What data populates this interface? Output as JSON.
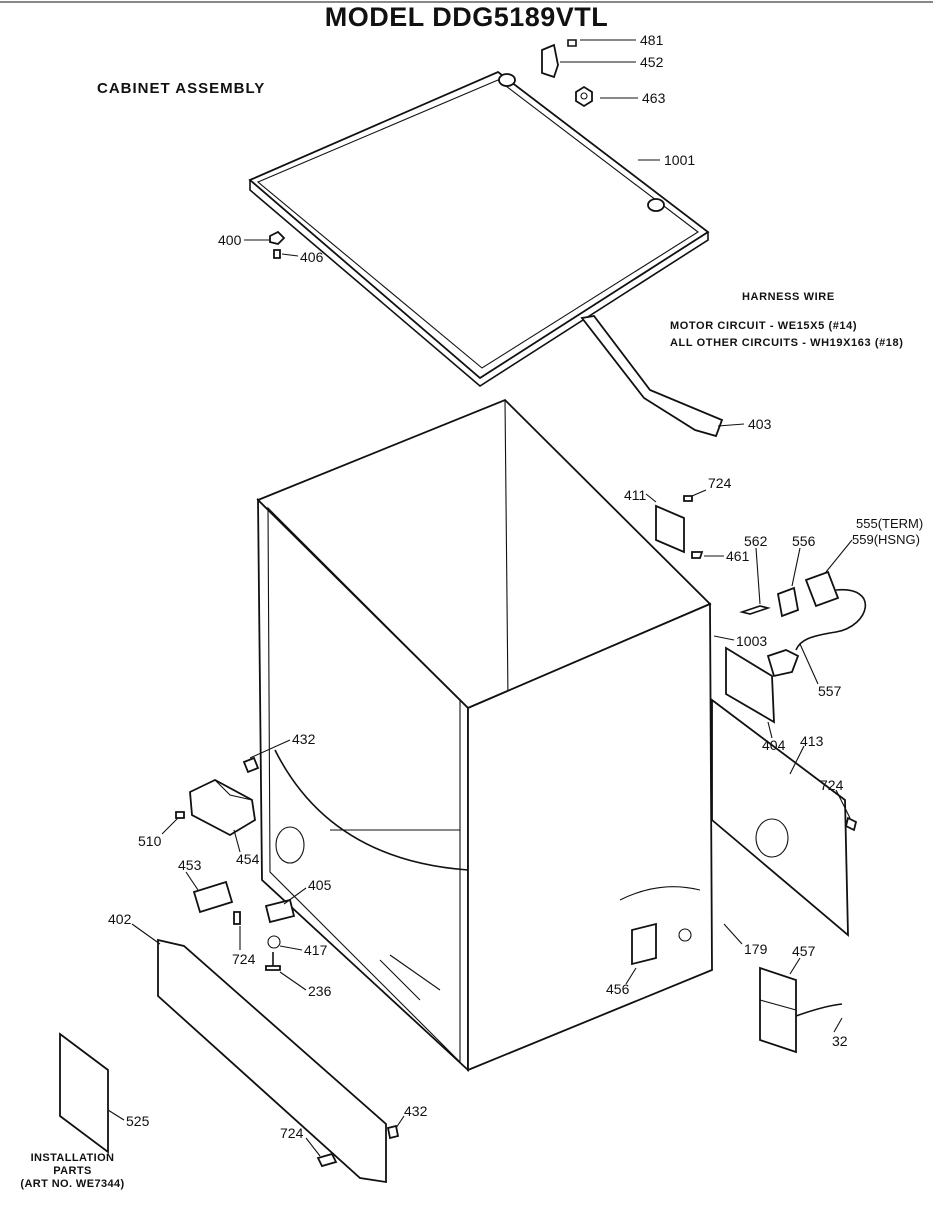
{
  "header": {
    "title": "MODEL DDG5189VTL",
    "subtitle": "CABINET ASSEMBLY"
  },
  "harness_note": {
    "heading": "HARNESS WIRE",
    "line1": "MOTOR CIRCUIT - WE15X5 (#14)",
    "line2": "ALL OTHER CIRCUITS - WH19X163 (#18)"
  },
  "installation": {
    "line1": "INSTALLATION",
    "line2": "PARTS",
    "line3": "(ART NO. WE7344)"
  },
  "parts": {
    "p481": "481",
    "p452": "452",
    "p463": "463",
    "p1001": "1001",
    "p400": "400",
    "p406": "406",
    "p403": "403",
    "p724a": "724",
    "p411": "411",
    "p461": "461",
    "p562": "562",
    "p556": "556",
    "p555": "555(TERM)",
    "p559": "559(HSNG)",
    "p1003": "1003",
    "p557": "557",
    "p404": "404",
    "p413": "413",
    "p724b": "724",
    "p432a": "432",
    "p510": "510",
    "p454": "454",
    "p453": "453",
    "p405": "405",
    "p402": "402",
    "p724c": "724",
    "p417": "417",
    "p236": "236",
    "p456": "456",
    "p179": "179",
    "p457": "457",
    "p32": "32",
    "p525": "525",
    "p432b": "432",
    "p724d": "724"
  }
}
